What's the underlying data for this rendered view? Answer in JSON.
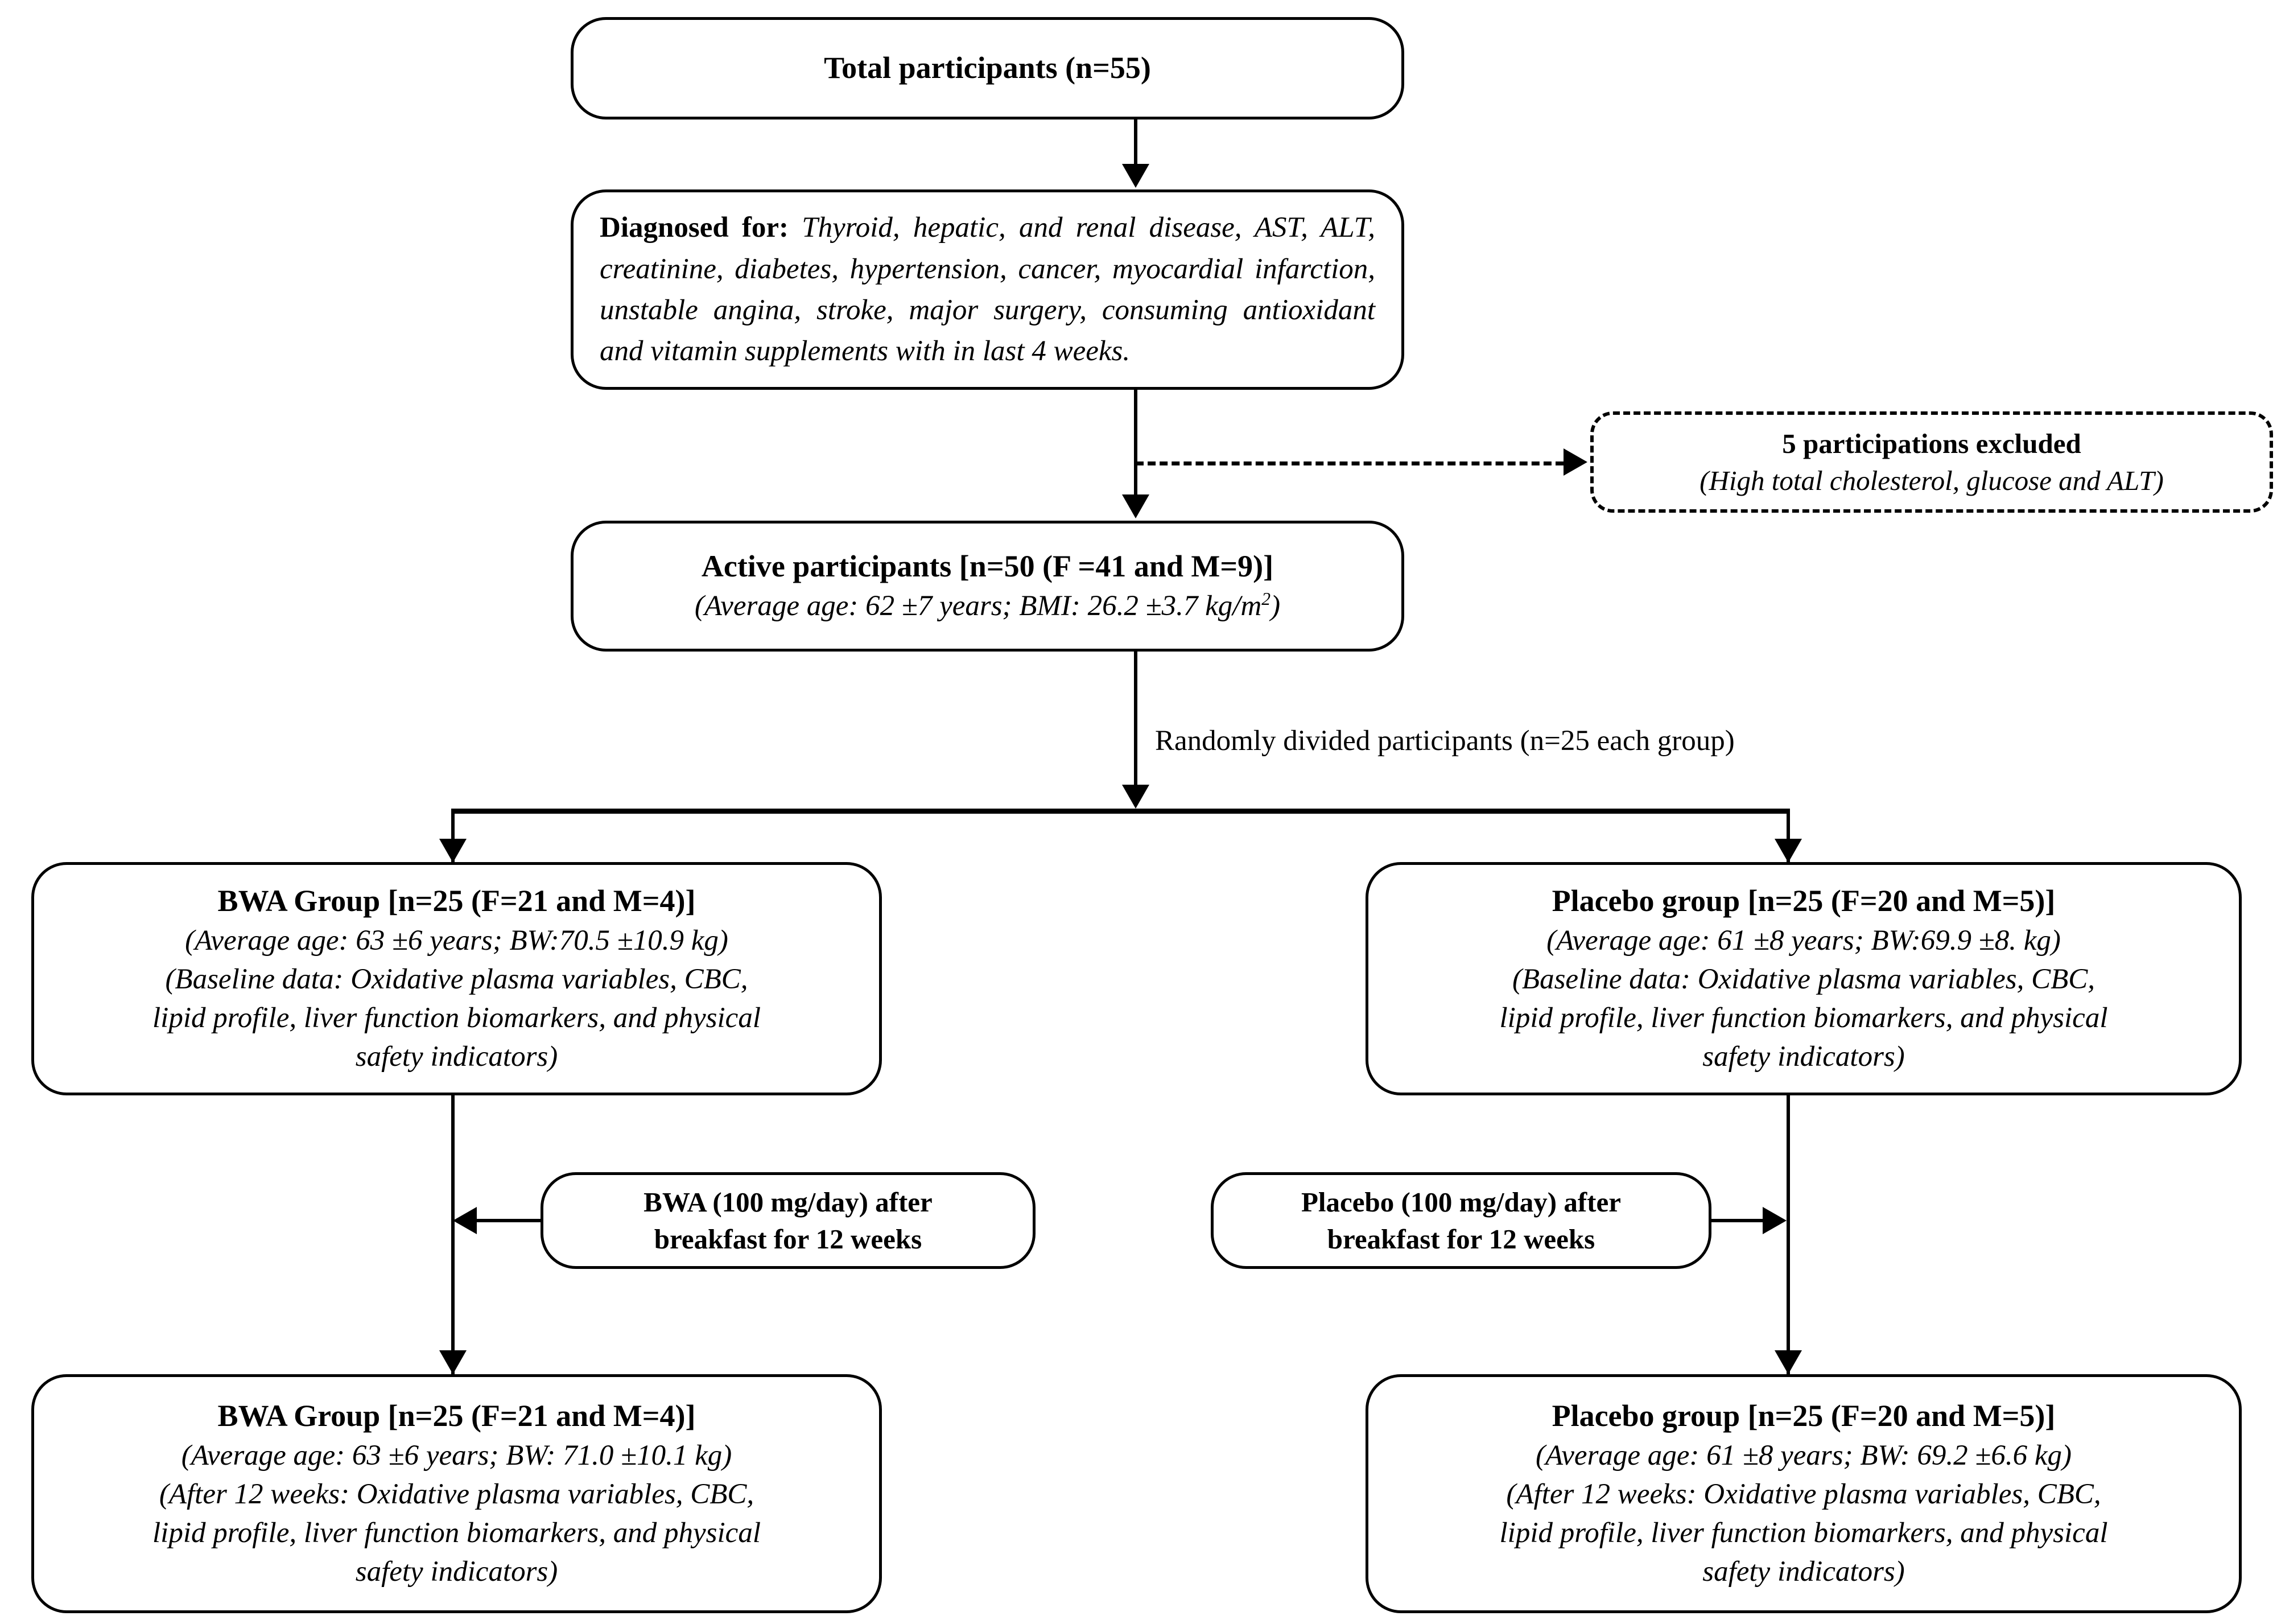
{
  "diagram": {
    "title": "Participant flow diagram",
    "nodes": {
      "total_participants": {
        "line1": "Total participants (n=55)"
      },
      "diagnosed_for": {
        "lead": "Diagnosed for:",
        "body": " Thyroid, hepatic, and renal disease, AST, ALT, creatinine, diabetes, hypertension, cancer, myocardial infarction, unstable angina, stroke, major surgery, consuming antioxidant and vitamin supplements with in last 4 weeks."
      },
      "excluded": {
        "line1": "5 participations excluded",
        "line2": "(High total cholesterol, glucose and ALT)"
      },
      "active_participants": {
        "line1": "Active participants [n=50 (F =41 and M=9)]",
        "line2_pre": "(Average age: 62 ±7 years; BMI: 26.2 ±3.7 kg/m",
        "line2_sup": "2",
        "line2_post": ")"
      },
      "bwa_baseline": {
        "line1": "BWA Group [n=25 (F=21 and M=4)]",
        "line2": "(Average age: 63 ±6 years; BW:70.5 ±10.9 kg)",
        "line3": "(Baseline data: Oxidative plasma variables, CBC,",
        "line4": "lipid profile, liver function biomarkers,  and physical",
        "line5": "safety indicators)"
      },
      "placebo_baseline": {
        "line1": "Placebo group [n=25 (F=20 and M=5)]",
        "line2": "(Average age: 61 ±8 years; BW:69.9 ±8. kg)",
        "line3": "(Baseline data: Oxidative plasma variables, CBC,",
        "line4": "lipid profile, liver function biomarkers,  and physical",
        "line5": "safety indicators)"
      },
      "bwa_intervention": {
        "line1": "BWA (100 mg/day) after",
        "line2": "breakfast for 12 weeks"
      },
      "placebo_intervention": {
        "line1": "Placebo (100 mg/day) after",
        "line2": "breakfast for 12 weeks"
      },
      "bwa_outcome": {
        "line1": "BWA Group [n=25 (F=21 and M=4)]",
        "line2": "(Average age: 63 ±6 years; BW: 71.0 ±10.1  kg)",
        "line3": "(After 12 weeks: Oxidative plasma variables, CBC,",
        "line4": "lipid profile, liver function biomarkers,  and physical",
        "line5": "safety indicators)"
      },
      "placebo_outcome": {
        "line1": "Placebo group [n=25 (F=20 and M=5)]",
        "line2": "(Average age: 61 ±8 years; BW: 69.2 ±6.6  kg)",
        "line3": "(After 12 weeks: Oxidative plasma variables, CBC,",
        "line4": "lipid profile, liver function biomarkers,  and physical",
        "line5": "safety indicators)"
      }
    },
    "edges": {
      "randomization_label": "Randomly divided  participants (n=25 each group)"
    },
    "colors": {
      "stroke": "#000000",
      "background": "#ffffff",
      "text": "#000000"
    }
  }
}
